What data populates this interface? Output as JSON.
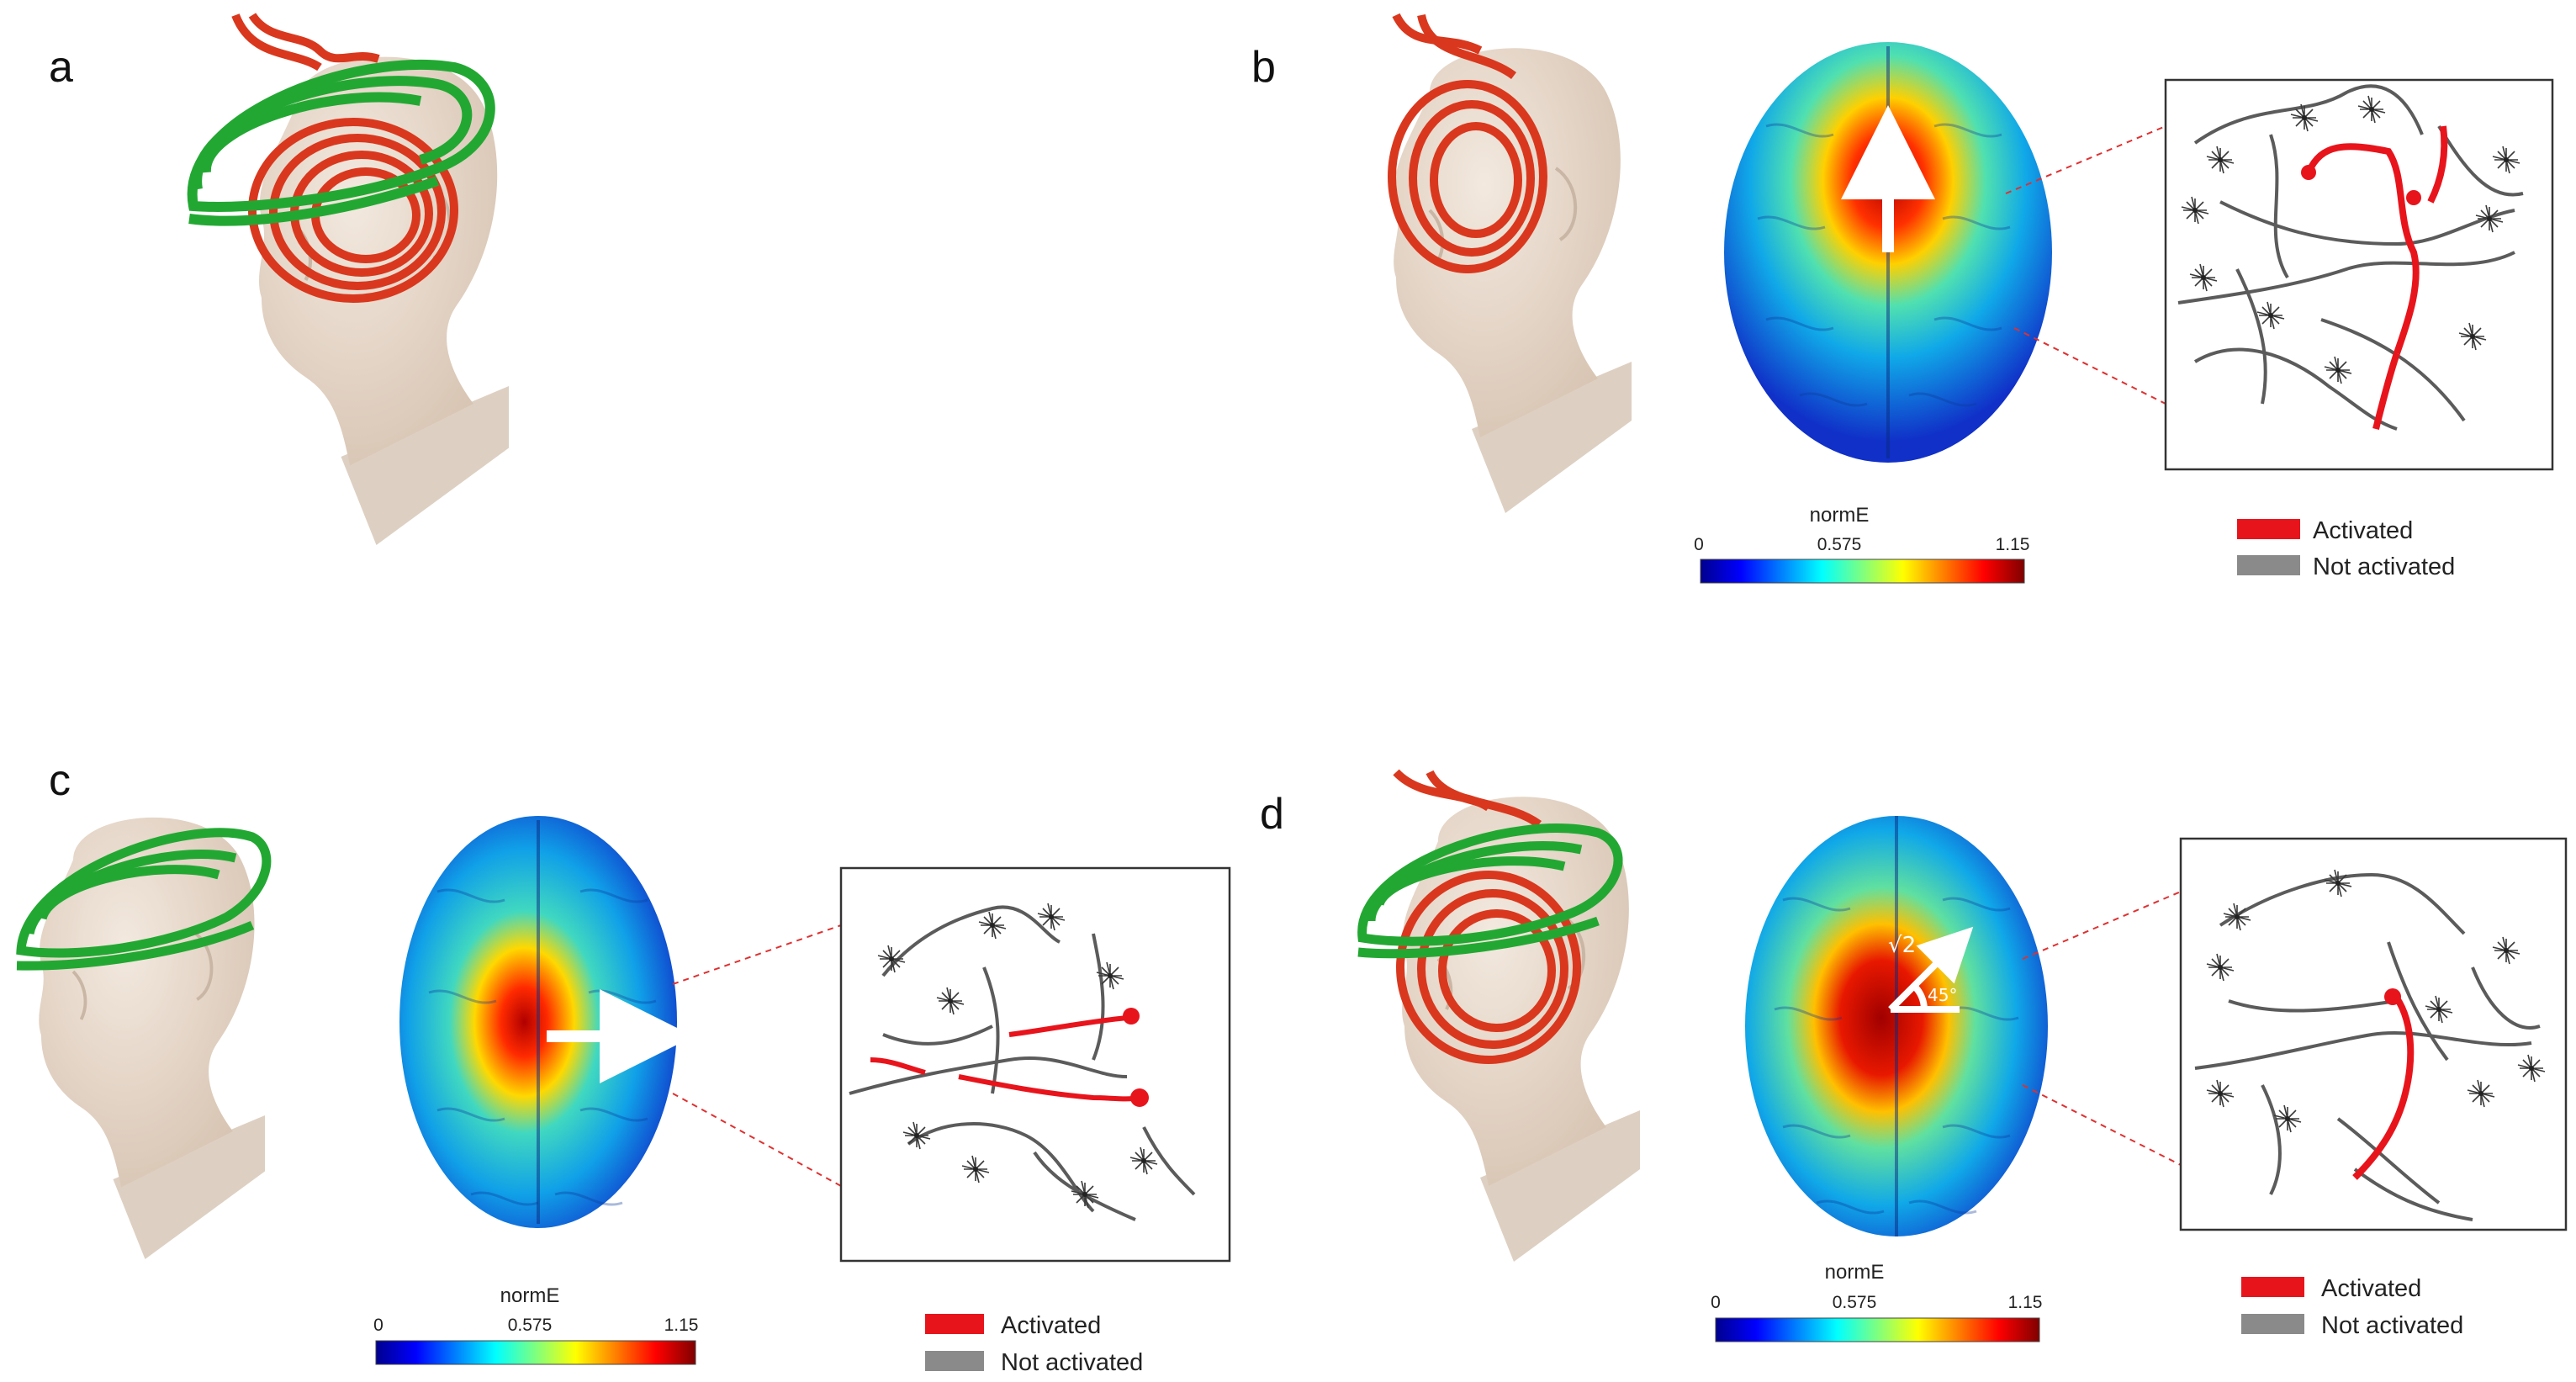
{
  "panels": [
    {
      "letter": "a"
    },
    {
      "letter": "b",
      "colorbar": {
        "title": "normE",
        "ticks": [
          "0",
          "0.575",
          "1.15"
        ]
      },
      "legend": {
        "activated": "Activated",
        "not_activated": "Not activated"
      }
    },
    {
      "letter": "c",
      "colorbar": {
        "title": "normE",
        "ticks": [
          "0",
          "0.575",
          "1.15"
        ]
      },
      "legend": {
        "activated": "Activated",
        "not_activated": "Not activated"
      }
    },
    {
      "letter": "d",
      "colorbar": {
        "title": "normE",
        "ticks": [
          "0",
          "0.575",
          "1.15"
        ]
      },
      "legend": {
        "activated": "Activated",
        "not_activated": "Not activated"
      },
      "annotation": {
        "magnitude": "√2",
        "angle": "45°"
      }
    }
  ],
  "colors": {
    "activated": "#e8141c",
    "not_activated": "#8a8a8a",
    "coil_red": "#d9381e",
    "coil_green": "#22a832",
    "head_skin": "#e6d8cb"
  }
}
